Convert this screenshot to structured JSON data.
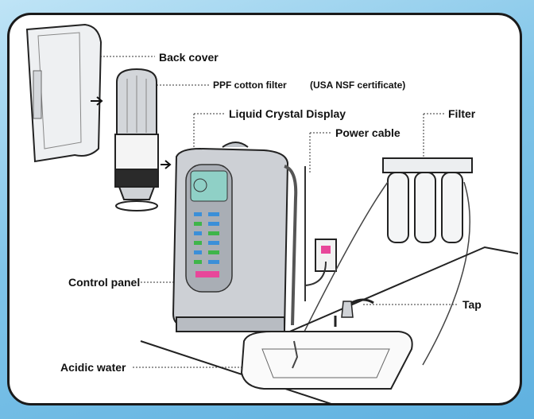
{
  "labels": {
    "back_cover": "Back cover",
    "ppf_filter": "PPF cotton filter",
    "certificate": "(USA NSF certificate)",
    "lcd": "Liquid Crystal Display",
    "power_cable": "Power cable",
    "filter": "Filter",
    "control_panel": "Control panel",
    "tap": "Tap",
    "acidic_water": "Acidic water"
  },
  "colors": {
    "background": "#7fc4e8",
    "panel": "#ffffff",
    "outline": "#1a1a1a",
    "device_body": "#c9ccd1",
    "display_teal": "#8fd0c6",
    "button_green": "#3fb54a",
    "button_blue": "#3b8fd8",
    "button_pink": "#e8479a"
  }
}
